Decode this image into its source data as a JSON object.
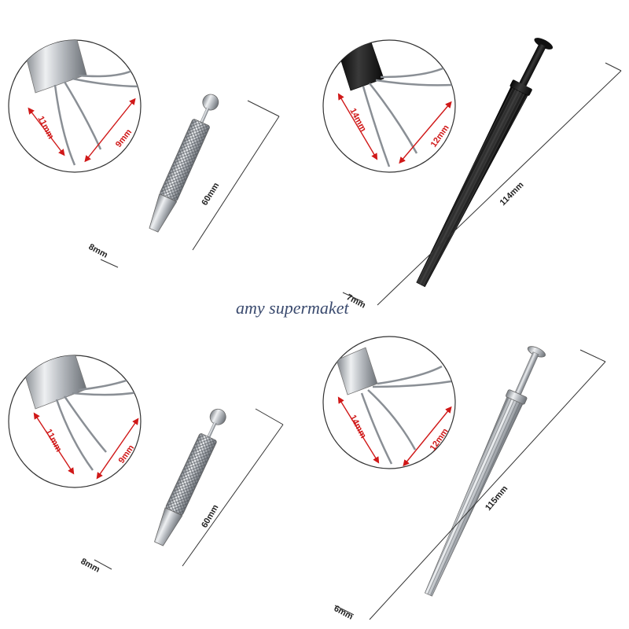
{
  "watermark": "amy supermaket",
  "products": [
    {
      "id": "small-top",
      "length_label": "60mm",
      "diameter_label": "8mm",
      "prong_left": "11mm",
      "prong_right": "9mm"
    },
    {
      "id": "long-black",
      "length_label": "114mm",
      "diameter_label": "7mm",
      "prong_left": "14mm",
      "prong_right": "12mm"
    },
    {
      "id": "small-bottom",
      "length_label": "60mm",
      "diameter_label": "8mm",
      "prong_left": "11mm",
      "prong_right": "9mm"
    },
    {
      "id": "long-silver",
      "length_label": "115mm",
      "diameter_label": "6mm",
      "prong_left": "14mm",
      "prong_right": "12mm"
    }
  ],
  "colors": {
    "dimension_red": "#d01818",
    "watermark": "#3a4a6e",
    "steel": "#b8bcc2",
    "black_tool": "#1a1a1a"
  }
}
